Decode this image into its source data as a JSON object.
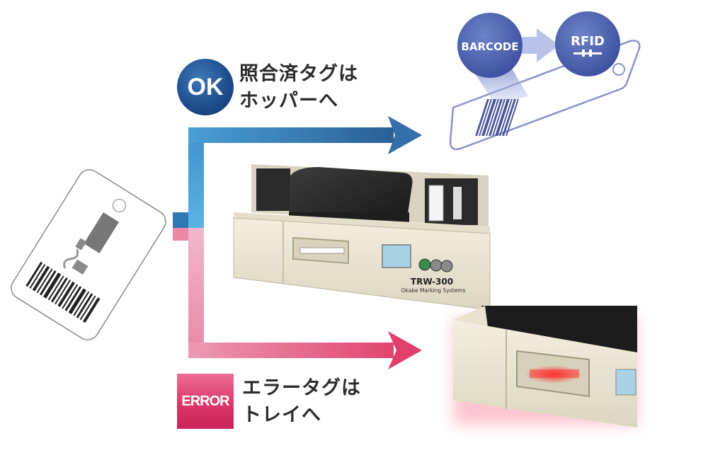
{
  "ok_label": {
    "badge": "OK",
    "line1": "照合済タグは",
    "line2": "ホッパーへ"
  },
  "error_label": {
    "badge": "ERROR",
    "line1": "エラータグは",
    "line2": "トレイへ"
  },
  "flow": {
    "barcode": "BARCODE",
    "rfid": "RFID"
  },
  "machine": {
    "model": "TRW-300",
    "maker": "Okabe Marking Systems"
  },
  "colors": {
    "ok_arrow": "#2f78b4",
    "error_arrow": "#e0507d",
    "badge_blue": "#3f55a3",
    "machine_body": "#ece7d4",
    "machine_cover": "#2a2a2a"
  }
}
